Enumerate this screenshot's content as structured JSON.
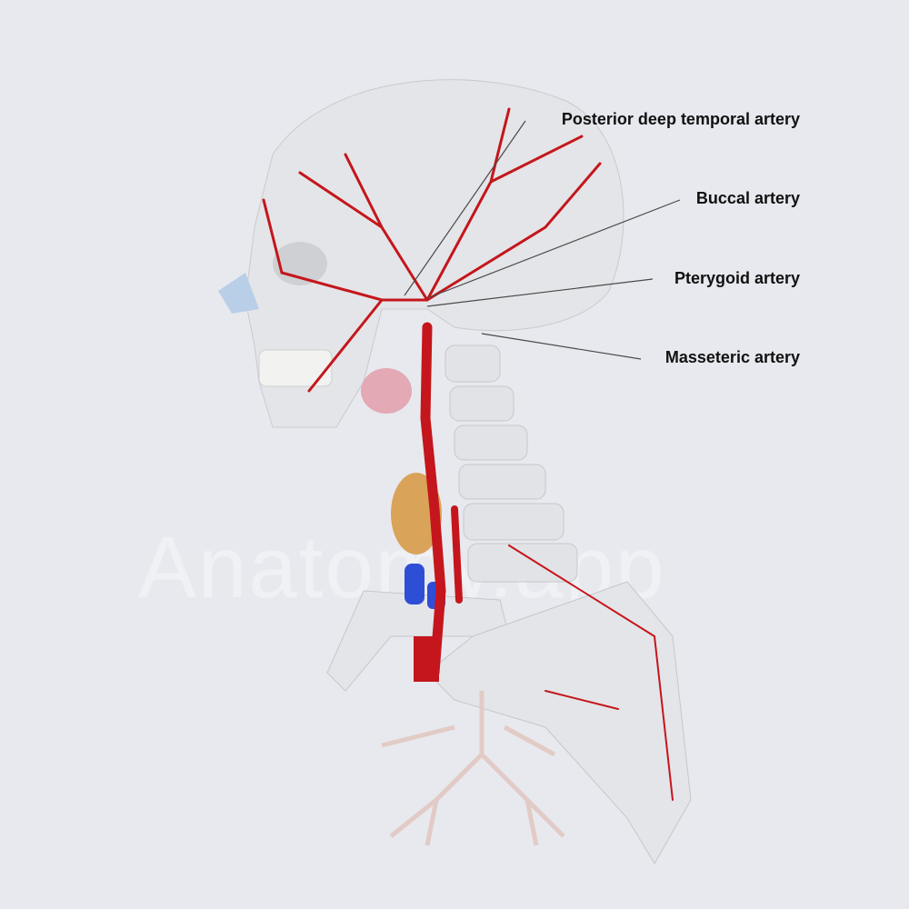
{
  "watermark": "Anatomy.app",
  "labels": [
    {
      "text": "Posterior deep temporal artery"
    },
    {
      "text": "Buccal artery"
    },
    {
      "text": "Pterygoid artery"
    },
    {
      "text": "Masseteric artery"
    }
  ],
  "colors": {
    "background": "#e8e9ee",
    "bone": "#e6e7ea",
    "artery": "#c4161c",
    "vein": "#2f4ed6",
    "thyroid": "#d9a35a",
    "bronchi": "#e8cfcb",
    "leader": "#4a4a4a"
  }
}
